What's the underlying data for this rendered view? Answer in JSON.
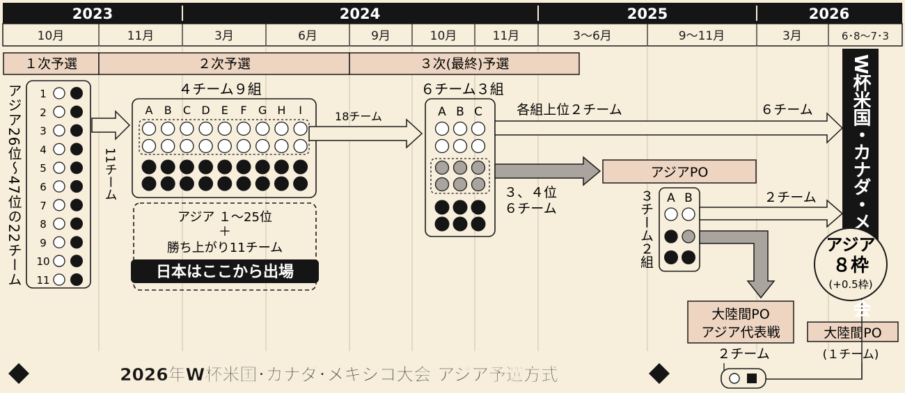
{
  "colors": {
    "background": "#F7EEDB",
    "header_dark": "#151515",
    "stage_band": "#EDD5C2",
    "gray_marker": "#A9A49E",
    "black_marker": "#151515"
  },
  "years": [
    "2023",
    "2024",
    "2025",
    "2026"
  ],
  "months": [
    "10月",
    "11月",
    "3月",
    "6月",
    "9月",
    "10月",
    "11月",
    "3〜6月",
    "9〜11月",
    "3月",
    "6･8〜7･3"
  ],
  "stages": {
    "first": "１次予選",
    "second": "２次予選",
    "third": "３次(最終)予選"
  },
  "round1": {
    "side_label": "アジア26位〜47位の22チーム",
    "numbers": [
      "1",
      "2",
      "3",
      "4",
      "5",
      "6",
      "7",
      "8",
      "9",
      "10",
      "11"
    ],
    "arrow_label": "11チーム"
  },
  "round2": {
    "title": "４チーム９組",
    "groups": [
      "A",
      "B",
      "C",
      "D",
      "E",
      "F",
      "G",
      "H",
      "I"
    ],
    "arrow_label": "18チーム",
    "note_line1": "アジア １〜25位",
    "note_plus": "＋",
    "note_line2": "勝ち上がり11チーム",
    "japan_banner": "日本はここから出場"
  },
  "round3": {
    "title": "６チーム３組",
    "groups": [
      "A",
      "B",
      "C"
    ],
    "top_label": "各組上位２チーム",
    "top_right_label": "６チーム",
    "mid_label_line1": "３、４位",
    "mid_label_line2": "６チーム"
  },
  "asia_po": {
    "title": "アジアPO",
    "side_label": "３チーム２組",
    "groups": [
      "A",
      "B"
    ],
    "winner_label": "２チーム"
  },
  "interconf_box": {
    "line1": "大陸間PO",
    "line2": "アジア代表戦",
    "teams_label": "２チーム"
  },
  "interconf_small": {
    "title": "大陸間PO",
    "teams_label": "(１チーム)"
  },
  "slot": {
    "line1": "アジア",
    "line2": "８枠",
    "line3": "(+0.5枠)"
  },
  "tournament": {
    "label": "W杯米国・カナダ・メキシコ大会"
  },
  "footer": {
    "title": "2026年W杯米国･カナダ･メキシコ大会 アジア予選方式"
  }
}
